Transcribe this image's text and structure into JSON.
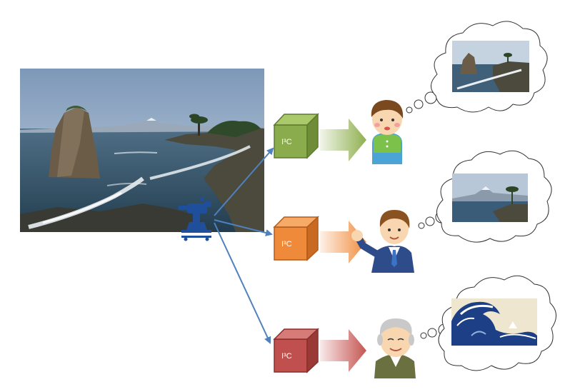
{
  "cubes": [
    {
      "label": "I³C",
      "front": "#8aac4c",
      "top": "#a9c96a",
      "side": "#6f8d38",
      "edge": "#5e7a2e"
    },
    {
      "label": "I³C",
      "front": "#ef8a3a",
      "top": "#f6aa66",
      "side": "#c96a22",
      "edge": "#b35b1a"
    },
    {
      "label": "I³C",
      "front": "#c0504d",
      "top": "#d77b78",
      "side": "#9a3a37",
      "edge": "#8a2f2c"
    }
  ],
  "colors": {
    "connector": "#4f81bd",
    "camera": "#1f4e9a",
    "arrow_green": "#8fb050",
    "arrow_orange": "#f08c3c",
    "arrow_red": "#c55552"
  },
  "icons": {
    "photo": "coastal-rock-photo",
    "camera": "camera-on-tripod-icon",
    "viewers": [
      "child-viewer-icon",
      "young-man-viewer-icon",
      "elderly-man-viewer-icon"
    ],
    "thoughts": [
      "rock-view-thought",
      "mount-fuji-view-thought",
      "great-wave-thought"
    ]
  }
}
